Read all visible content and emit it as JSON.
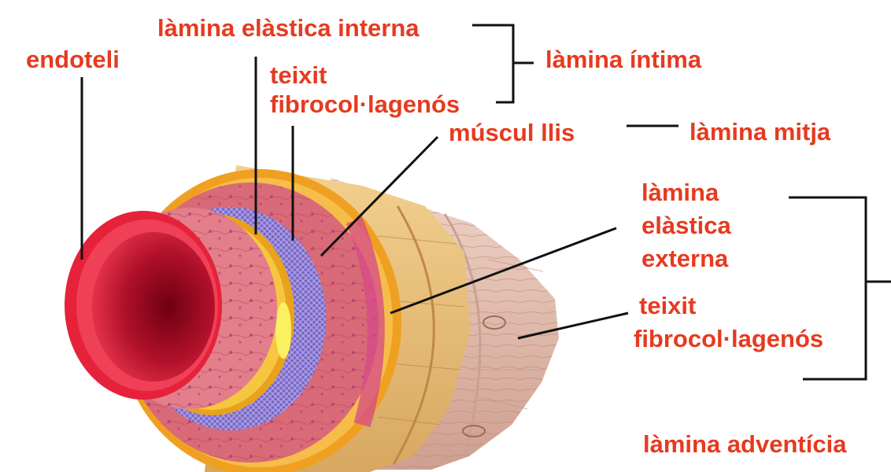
{
  "labels": {
    "endoteli": "endoteli",
    "lamina_elastica_interna": "làmina elàstica interna",
    "teixit_1_line1": "teixit",
    "teixit_1_line2": "fibrocol·lagenós",
    "muscul_llis": "múscul llis",
    "lamina_elastica_externa_line1": "làmina",
    "lamina_elastica_externa_line2": "elàstica",
    "lamina_elastica_externa_line3": "externa",
    "teixit_2_line1": "teixit",
    "teixit_2_line2": "fibrocol·lagenós",
    "lamina_intima": "làmina íntima",
    "lamina_mitja": "làmina mitja",
    "lamina_adventicia": "làmina adventícia"
  },
  "colors": {
    "label": "#e63a1f",
    "leader_line": "#111111",
    "adventitia": "#ddb7a8",
    "external_elastic": "#f0a020",
    "media_wall": "#d96a78",
    "media_muscle": "#d44a88",
    "internal_elastic": "#f7c640",
    "intima_connective": "#7a68c8",
    "endothelium": "#e5223a",
    "lumen": "#b0102a"
  }
}
